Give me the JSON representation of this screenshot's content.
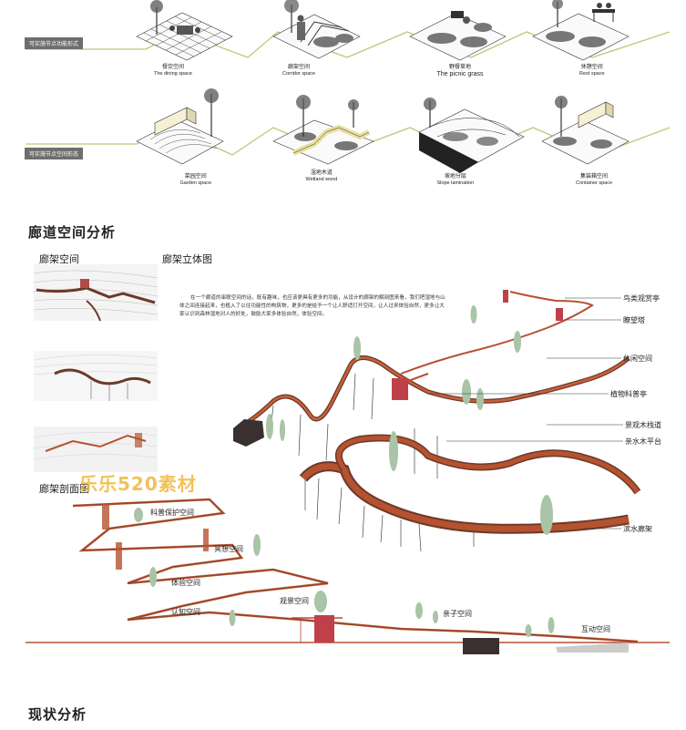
{
  "row_labels": {
    "function": "可实施节点功能形式",
    "form": "可实施节点空间形态"
  },
  "function_nodes": [
    {
      "zh": "餐饮空间",
      "en": "The dining space"
    },
    {
      "zh": "廊架空间",
      "en": "Corridor space"
    },
    {
      "zh": "野餐草地",
      "en": "The picnic grass"
    },
    {
      "zh": "休憩空间",
      "en": "Rest space"
    }
  ],
  "form_nodes": [
    {
      "zh": "菜园空间",
      "en": "Garden space"
    },
    {
      "zh": "湿地木道",
      "en": "Wetland wood"
    },
    {
      "zh": "坡地分层",
      "en": "Slope lamination"
    },
    {
      "zh": "集装箱空间",
      "en": "Container space"
    }
  ],
  "corridor_section": {
    "title": "廊道空间分析",
    "sub_plan": "廊架空间",
    "sub_3d": "廊架立体图",
    "sub_section": "廊架剖面图",
    "paragraph": "在一个廊道的串联空间的话，既有趣味，也应该更具有更多的功能，从设计的廊架的解剖图来看，我们把湿地与山体之间连接起来，也植入了以往功能性的构筑物，更多的是给予一个让人舒适打开空间，让人过来体验自然，更多让大家认识到森林湿地对人的好处，鼓励大家多体验自然，体验空间。"
  },
  "callouts_3d": [
    "鸟类观赏亭",
    "瞭望塔",
    "休闲空间",
    "植物科普亭",
    "景观木栈道",
    "亲水木平台",
    "滨水廊架"
  ],
  "section_labels": [
    "科普保护空间",
    "冥想空间",
    "体验空间",
    "认知空间",
    "观景空间",
    "亲子空间",
    "互动空间"
  ],
  "watermark": "乐乐520素材",
  "status_section": {
    "title": "现状分析"
  },
  "colors": {
    "corridor": "#b5522f",
    "corridor_dark": "#6b3a2a",
    "figure": "#a9c4a6",
    "pavilion": "#c0404a",
    "accent_line": "#c8c47a"
  }
}
